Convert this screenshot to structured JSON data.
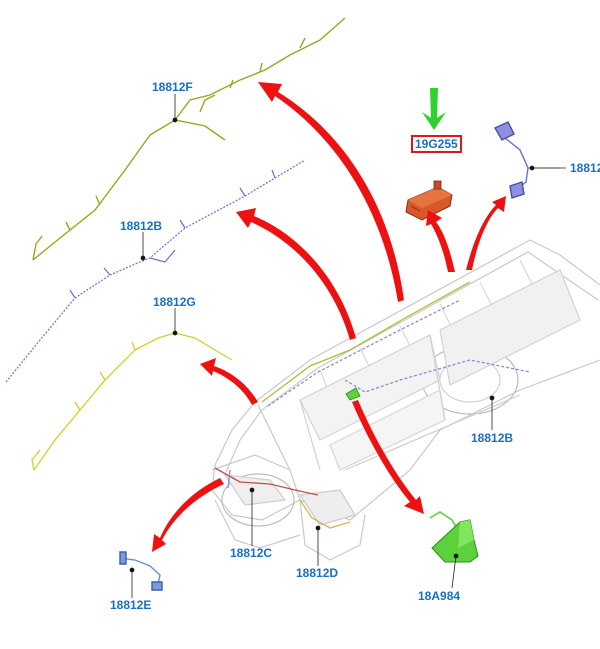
{
  "labels": {
    "f": "18812F",
    "b_upper": "18812B",
    "g": "18812G",
    "main": "19G255",
    "right_cut": "18812",
    "b_lower": "18812B",
    "c": "18812C",
    "d": "18812D",
    "e": "18812E",
    "antenna": "18A984"
  },
  "colors": {
    "label_text": "#1a6fc0",
    "callout_arrow": "#ee1111",
    "highlight_arrow": "#2ed12e",
    "highlight_box": "#e0161c",
    "harness_f": "#9aa51e",
    "harness_b": "#6b6fce",
    "harness_g": "#d2cf2a",
    "module": "#d7582a",
    "antenna": "#5cd13c",
    "vehicle_lines": "#c9c9c9"
  }
}
